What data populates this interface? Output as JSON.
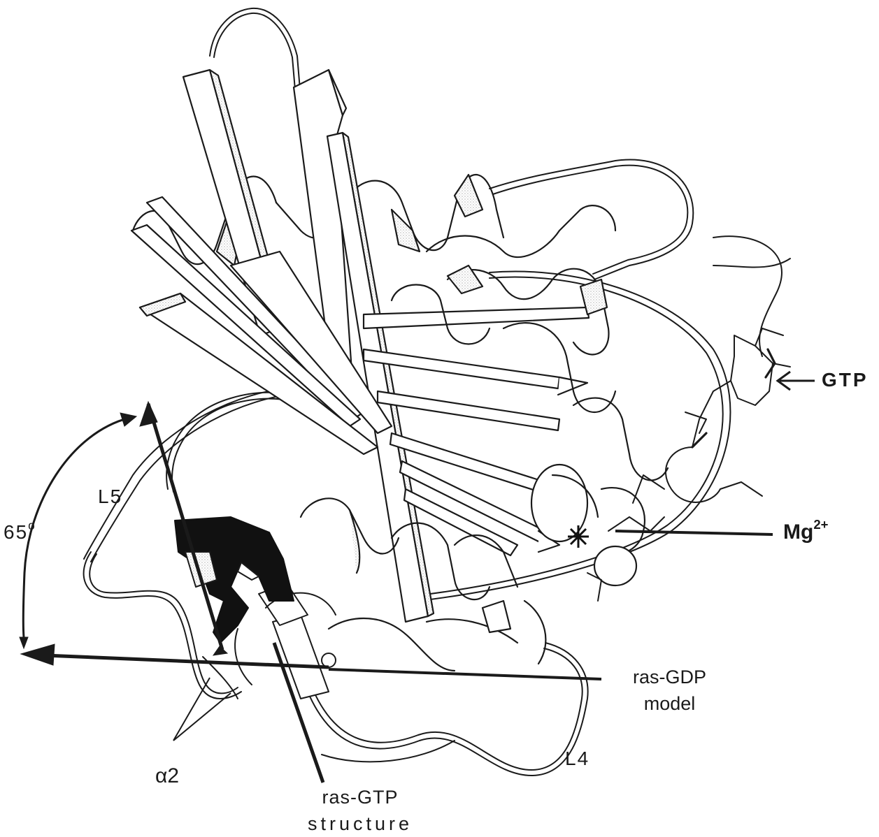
{
  "labels": {
    "gtp": "GTP",
    "mg_base": "Mg",
    "mg_sup": "2+",
    "angle_value": "65",
    "angle_unit": "o",
    "l5": "L5",
    "l4": "L4",
    "alpha2": "α2",
    "ras_gdp_line1": "ras-GDP",
    "ras_gdp_line2": "model",
    "ras_gtp_line1": "ras-GTP",
    "ras_gtp_line2": "structure"
  },
  "colors": {
    "ink": "#1a1a1a",
    "paper": "#ffffff",
    "shade": "#d2d2d2",
    "helix_dark": "#111111"
  }
}
